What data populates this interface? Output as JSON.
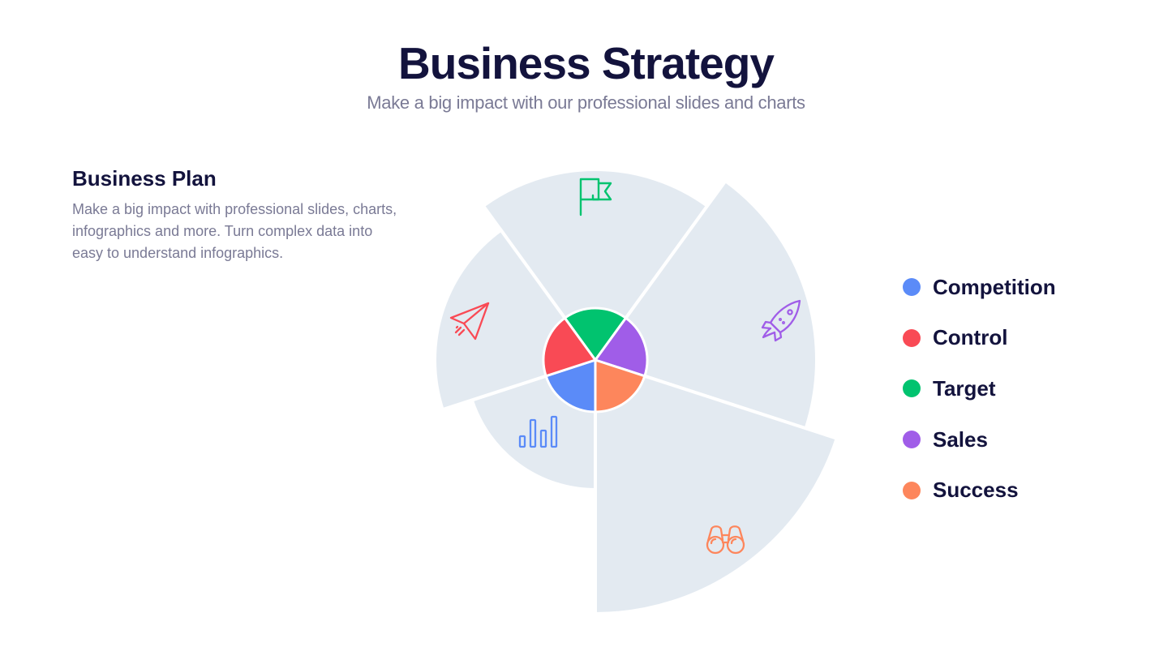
{
  "header": {
    "title": "Business Strategy",
    "subtitle": "Make a big impact with our professional slides and charts"
  },
  "plan": {
    "title": "Business Plan",
    "body": "Make a big impact with professional slides, charts, infographics and more. Turn complex data into easy to understand infographics."
  },
  "colors": {
    "sector_bg": "#e3eaf1",
    "title": "#13133d",
    "muted": "#7a7a95"
  },
  "legend": [
    {
      "label": "Competition",
      "color": "#5b8bf8"
    },
    {
      "label": "Control",
      "color": "#f94a55"
    },
    {
      "label": "Target",
      "color": "#01c36f"
    },
    {
      "label": "Sales",
      "color": "#a05de8"
    },
    {
      "label": "Success",
      "color": "#fd865c"
    }
  ],
  "chart_data": {
    "type": "pie",
    "subtype": "polar-area (variable radius sectors) with inner equal-slice pie",
    "title": "Business Strategy",
    "categories": [
      "Target",
      "Sales",
      "Success",
      "Competition",
      "Control"
    ],
    "values": [
      235,
      273,
      313,
      160,
      198
    ],
    "inner_pie_values": [
      20,
      20,
      20,
      20,
      20
    ],
    "colors": [
      "#01c36f",
      "#a05de8",
      "#fd865c",
      "#5b8bf8",
      "#f94a55"
    ],
    "icons": [
      "flag-icon",
      "rocket-icon",
      "binoculars-icon",
      "bar-chart-icon",
      "paper-plane-icon"
    ],
    "legend_position": "right",
    "grid": false
  }
}
